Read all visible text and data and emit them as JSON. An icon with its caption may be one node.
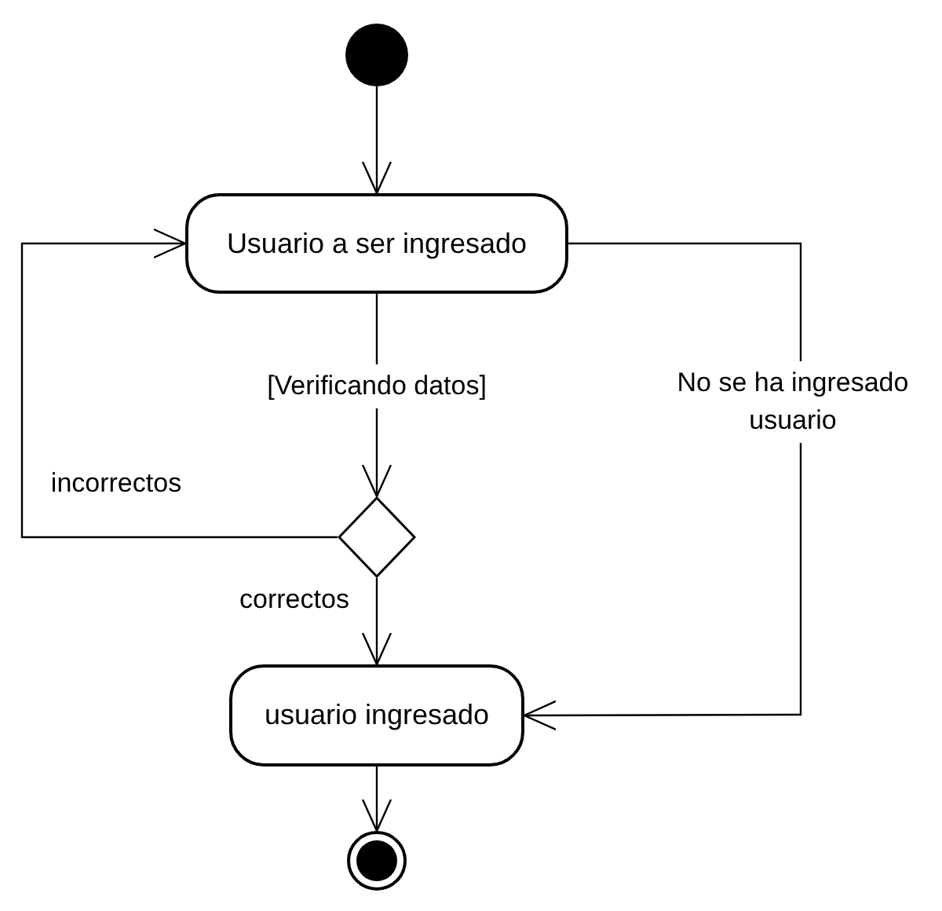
{
  "diagram": {
    "nodes": [
      {
        "text": [],
        "shape": "circle"
      },
      {
        "text": [
          "Usuario a ser ingresado"
        ]
      },
      {
        "text": [],
        "shape": "diamond"
      },
      {
        "text": [
          "usuario ingresado"
        ]
      },
      {
        "text": [],
        "shape": "circle"
      }
    ],
    "edges": [
      {
        "from": 0,
        "to": 1,
        "arrow": "to"
      },
      {
        "from": 1,
        "to": 2,
        "arrow": "to",
        "label": "[Verificando datos]"
      },
      {
        "from": 2,
        "to": 1,
        "arrow": "to",
        "label": "incorrectos"
      },
      {
        "from": 2,
        "to": 3,
        "arrow": "to",
        "label": "correctos"
      },
      {
        "from": 1,
        "to": 3,
        "arrow": "to",
        "label": "No se ha ingresado usuario"
      },
      {
        "from": 3,
        "to": 4,
        "arrow": "to"
      }
    ]
  }
}
